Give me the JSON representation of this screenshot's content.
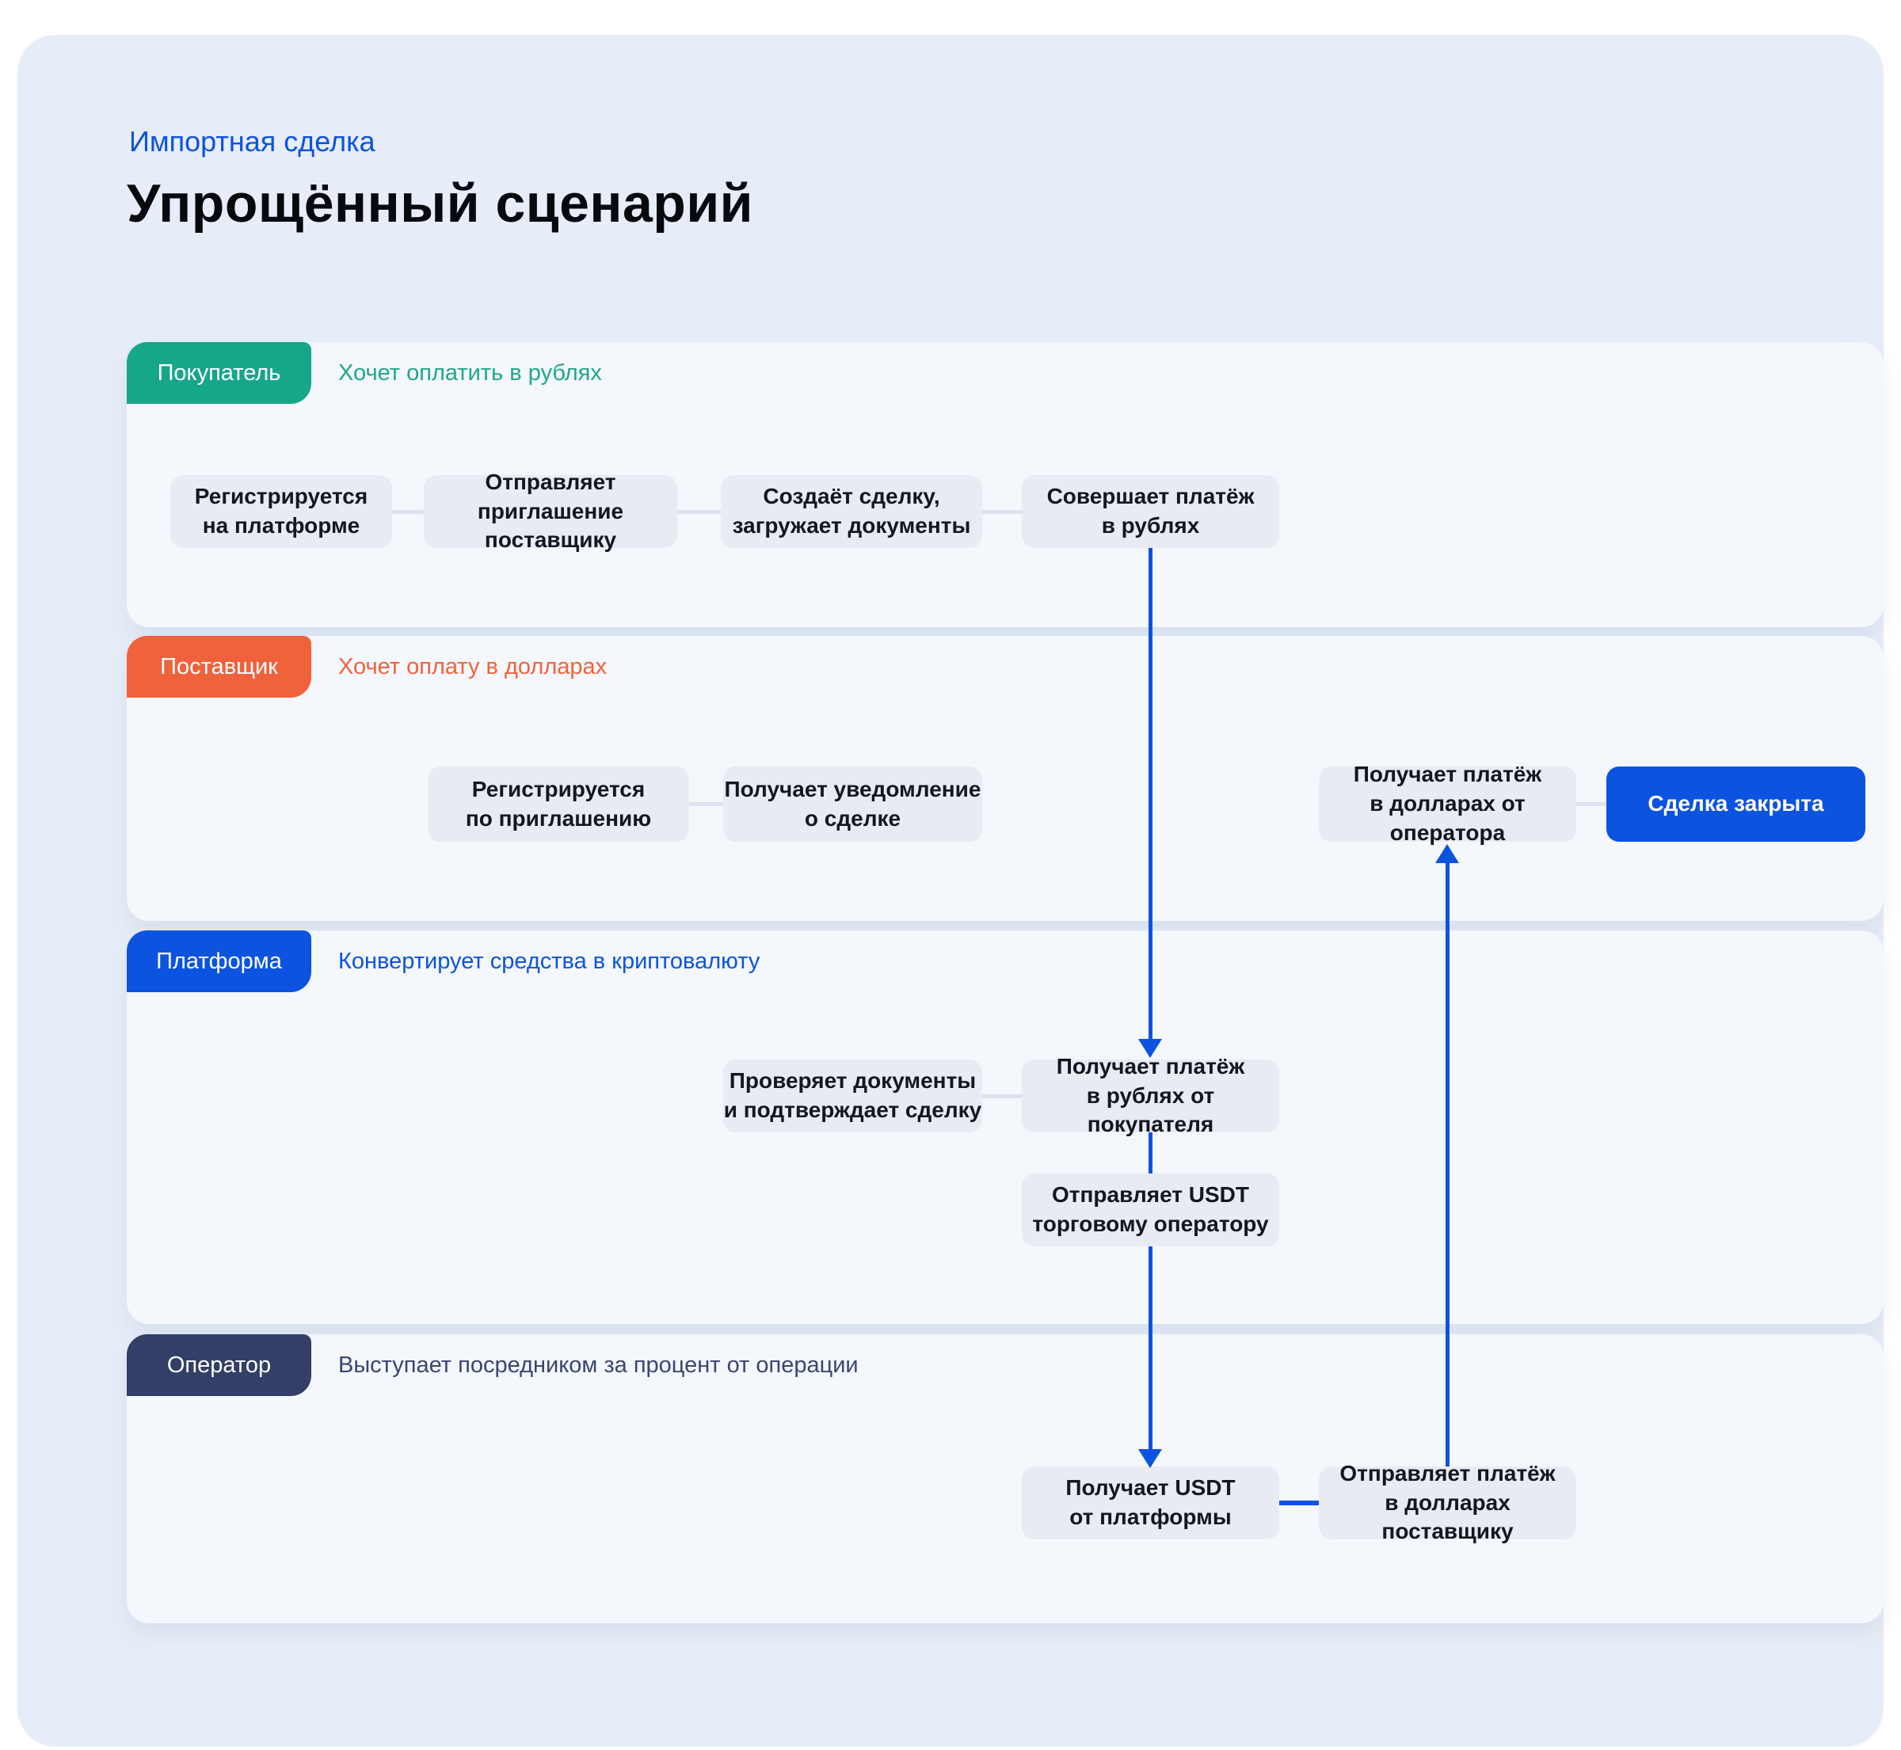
{
  "header": {
    "eyebrow": "Импортная сделка",
    "title": "Упрощённый сценарий"
  },
  "colors": {
    "accent_blue": "#0C53E0",
    "green": "#16A68A",
    "orange": "#F0623C",
    "navy": "#333F66",
    "panel_bg": "#E7EDF8",
    "lane_bg": "#F4F7FC",
    "node_bg": "#E8EBF2"
  },
  "lanes": [
    {
      "badge": "Покупатель",
      "subtitle": "Хочет оплатить в рублях",
      "boxes": [
        "Регистрируется\nна платформе",
        "Отправляет приглашение\nпоставщику",
        "Создаёт сделку,\nзагружает документы",
        "Совершает платёж\nв рублях"
      ]
    },
    {
      "badge": "Поставщик",
      "subtitle": "Хочет оплату в долларах",
      "boxes": [
        "Регистрируется\nпо приглашению",
        "Получает уведомление\nо сделке",
        "Получает платёж\nв долларах от оператора",
        "Сделка закрыта"
      ]
    },
    {
      "badge": "Платформа",
      "subtitle": "Конвертирует средства в криптовалюту",
      "boxes": [
        "Проверяет документы\nи подтверждает сделку",
        "Получает платёж\nв рублях от покупателя",
        "Отправляет USDT\nторговому оператору"
      ]
    },
    {
      "badge": "Оператор",
      "subtitle": "Выступает посредником за процент от операции",
      "boxes": [
        "Получает USDT\nот платформы",
        "Отправляет платёж\nв долларах поставщику"
      ]
    }
  ]
}
